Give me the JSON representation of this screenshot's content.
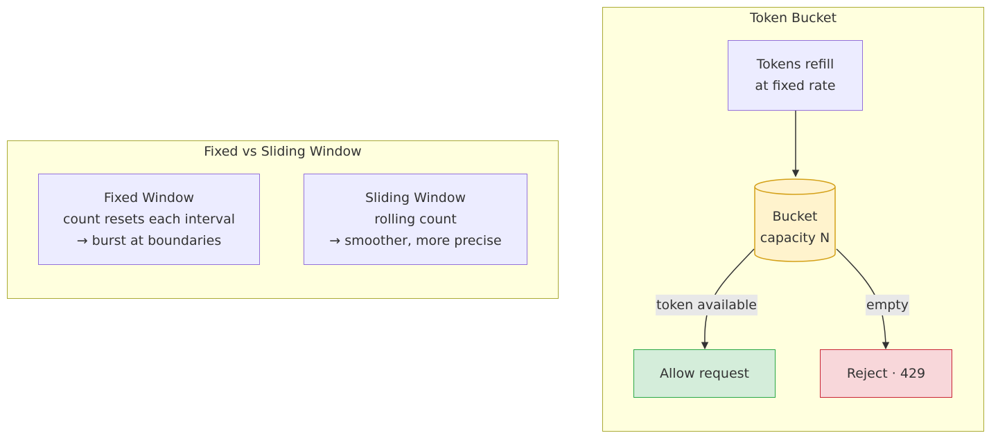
{
  "clusters": {
    "windows": {
      "title": "Fixed vs Sliding Window",
      "nodes": {
        "fixed": {
          "lines": [
            "Fixed Window",
            "count resets each interval",
            "→ burst at boundaries"
          ]
        },
        "sliding": {
          "lines": [
            "Sliding Window",
            "rolling count",
            "→ smoother, more precise"
          ]
        }
      }
    },
    "bucket": {
      "title": "Token Bucket",
      "nodes": {
        "refill": {
          "lines": [
            "Tokens refill",
            "at fixed rate"
          ]
        },
        "bucket": {
          "lines": [
            "Bucket",
            "capacity N"
          ]
        },
        "allow": {
          "label": "Allow request"
        },
        "reject": {
          "label": "Reject · 429"
        }
      },
      "edges": {
        "available": {
          "label": "token available"
        },
        "empty": {
          "label": "empty"
        }
      }
    }
  },
  "colors": {
    "cluster_fill": "#ffffde",
    "cluster_border": "#aaaa33",
    "node_fill": "#ececff",
    "node_border": "#9370db",
    "cylinder_fill": "#fff3cd",
    "cylinder_border": "#d4a017",
    "allow_fill": "#d4edda",
    "allow_border": "#28a745",
    "reject_fill": "#f8d7da",
    "reject_border": "#c82333",
    "edge": "#333333",
    "edge_label_bg": "#e8e8e8"
  }
}
